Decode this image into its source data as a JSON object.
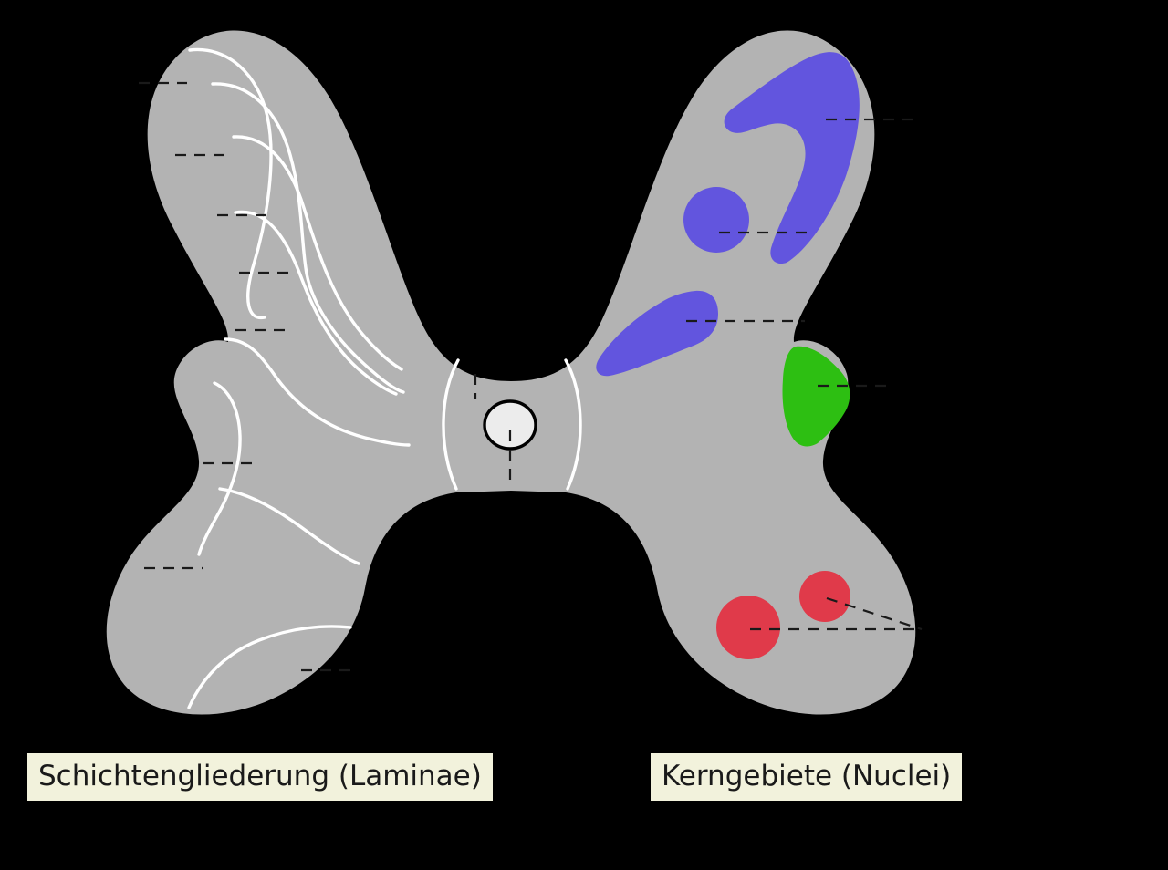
{
  "figure": {
    "title_visible": false,
    "background_color": "#000000",
    "gray_matter_color": "#B3B3B3",
    "lamina_line_color": "#FFFFFF",
    "leader_line_color": "#1a1a1a",
    "central_canal_fill": "#ECECEC",
    "central_canal_stroke": "#000000"
  },
  "legend": {
    "left": {
      "label": "Schichtengliederung (Laminae)",
      "background": "#F2F2DC",
      "text_color": "#1a1a1a"
    },
    "right": {
      "label": "Kerngebiete (Nuclei)",
      "background": "#F2F2DC",
      "text_color": "#1a1a1a"
    }
  },
  "nuclei": [
    {
      "name": "blue-hook-nucleus",
      "color": "#6255DE",
      "shape": "hook",
      "side": "right-dorsal-horn"
    },
    {
      "name": "blue-round-nucleus",
      "color": "#6255DE",
      "shape": "circle",
      "side": "right-dorsal-horn"
    },
    {
      "name": "blue-oval-nucleus",
      "color": "#6255DE",
      "shape": "oval",
      "side": "right-intermediate"
    },
    {
      "name": "green-nucleus",
      "color": "#2DBF12",
      "shape": "wedge",
      "side": "right-lateral"
    },
    {
      "name": "red-nucleus-medial",
      "color": "#E03A4A",
      "shape": "circle",
      "side": "right-ventral-horn"
    },
    {
      "name": "red-nucleus-lateral",
      "color": "#E03A4A",
      "shape": "circle",
      "side": "right-ventral-horn"
    }
  ],
  "leader_lines": {
    "left_count": 7,
    "right_count": 6,
    "center_count": 2,
    "style": "dashed",
    "note": "labels are cropped outside the image frame"
  }
}
